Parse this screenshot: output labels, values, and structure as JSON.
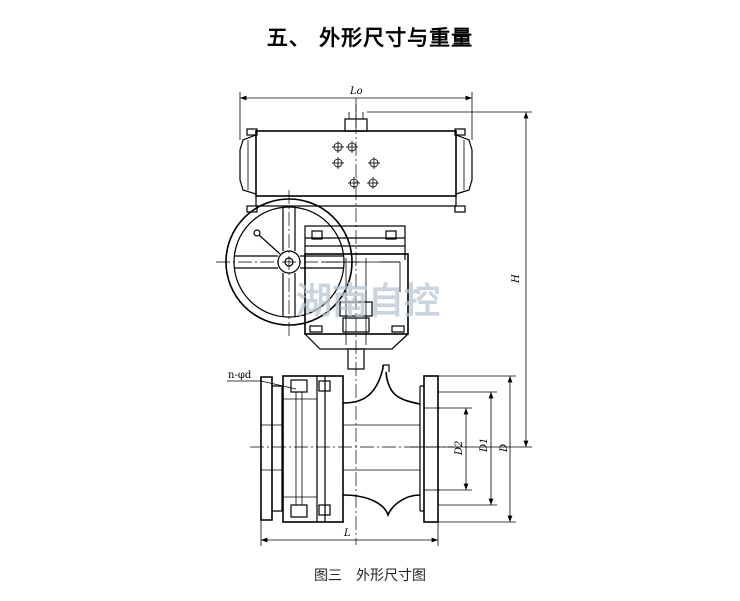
{
  "title": "五、 外形尺寸与重量",
  "caption": "图三　外形尺寸图",
  "watermark": "湖南自控",
  "labels": {
    "L0": "Lo",
    "H": "H",
    "L": "L",
    "D": "D",
    "D1": "D1",
    "D2": "D2",
    "nd": "n-φd"
  }
}
